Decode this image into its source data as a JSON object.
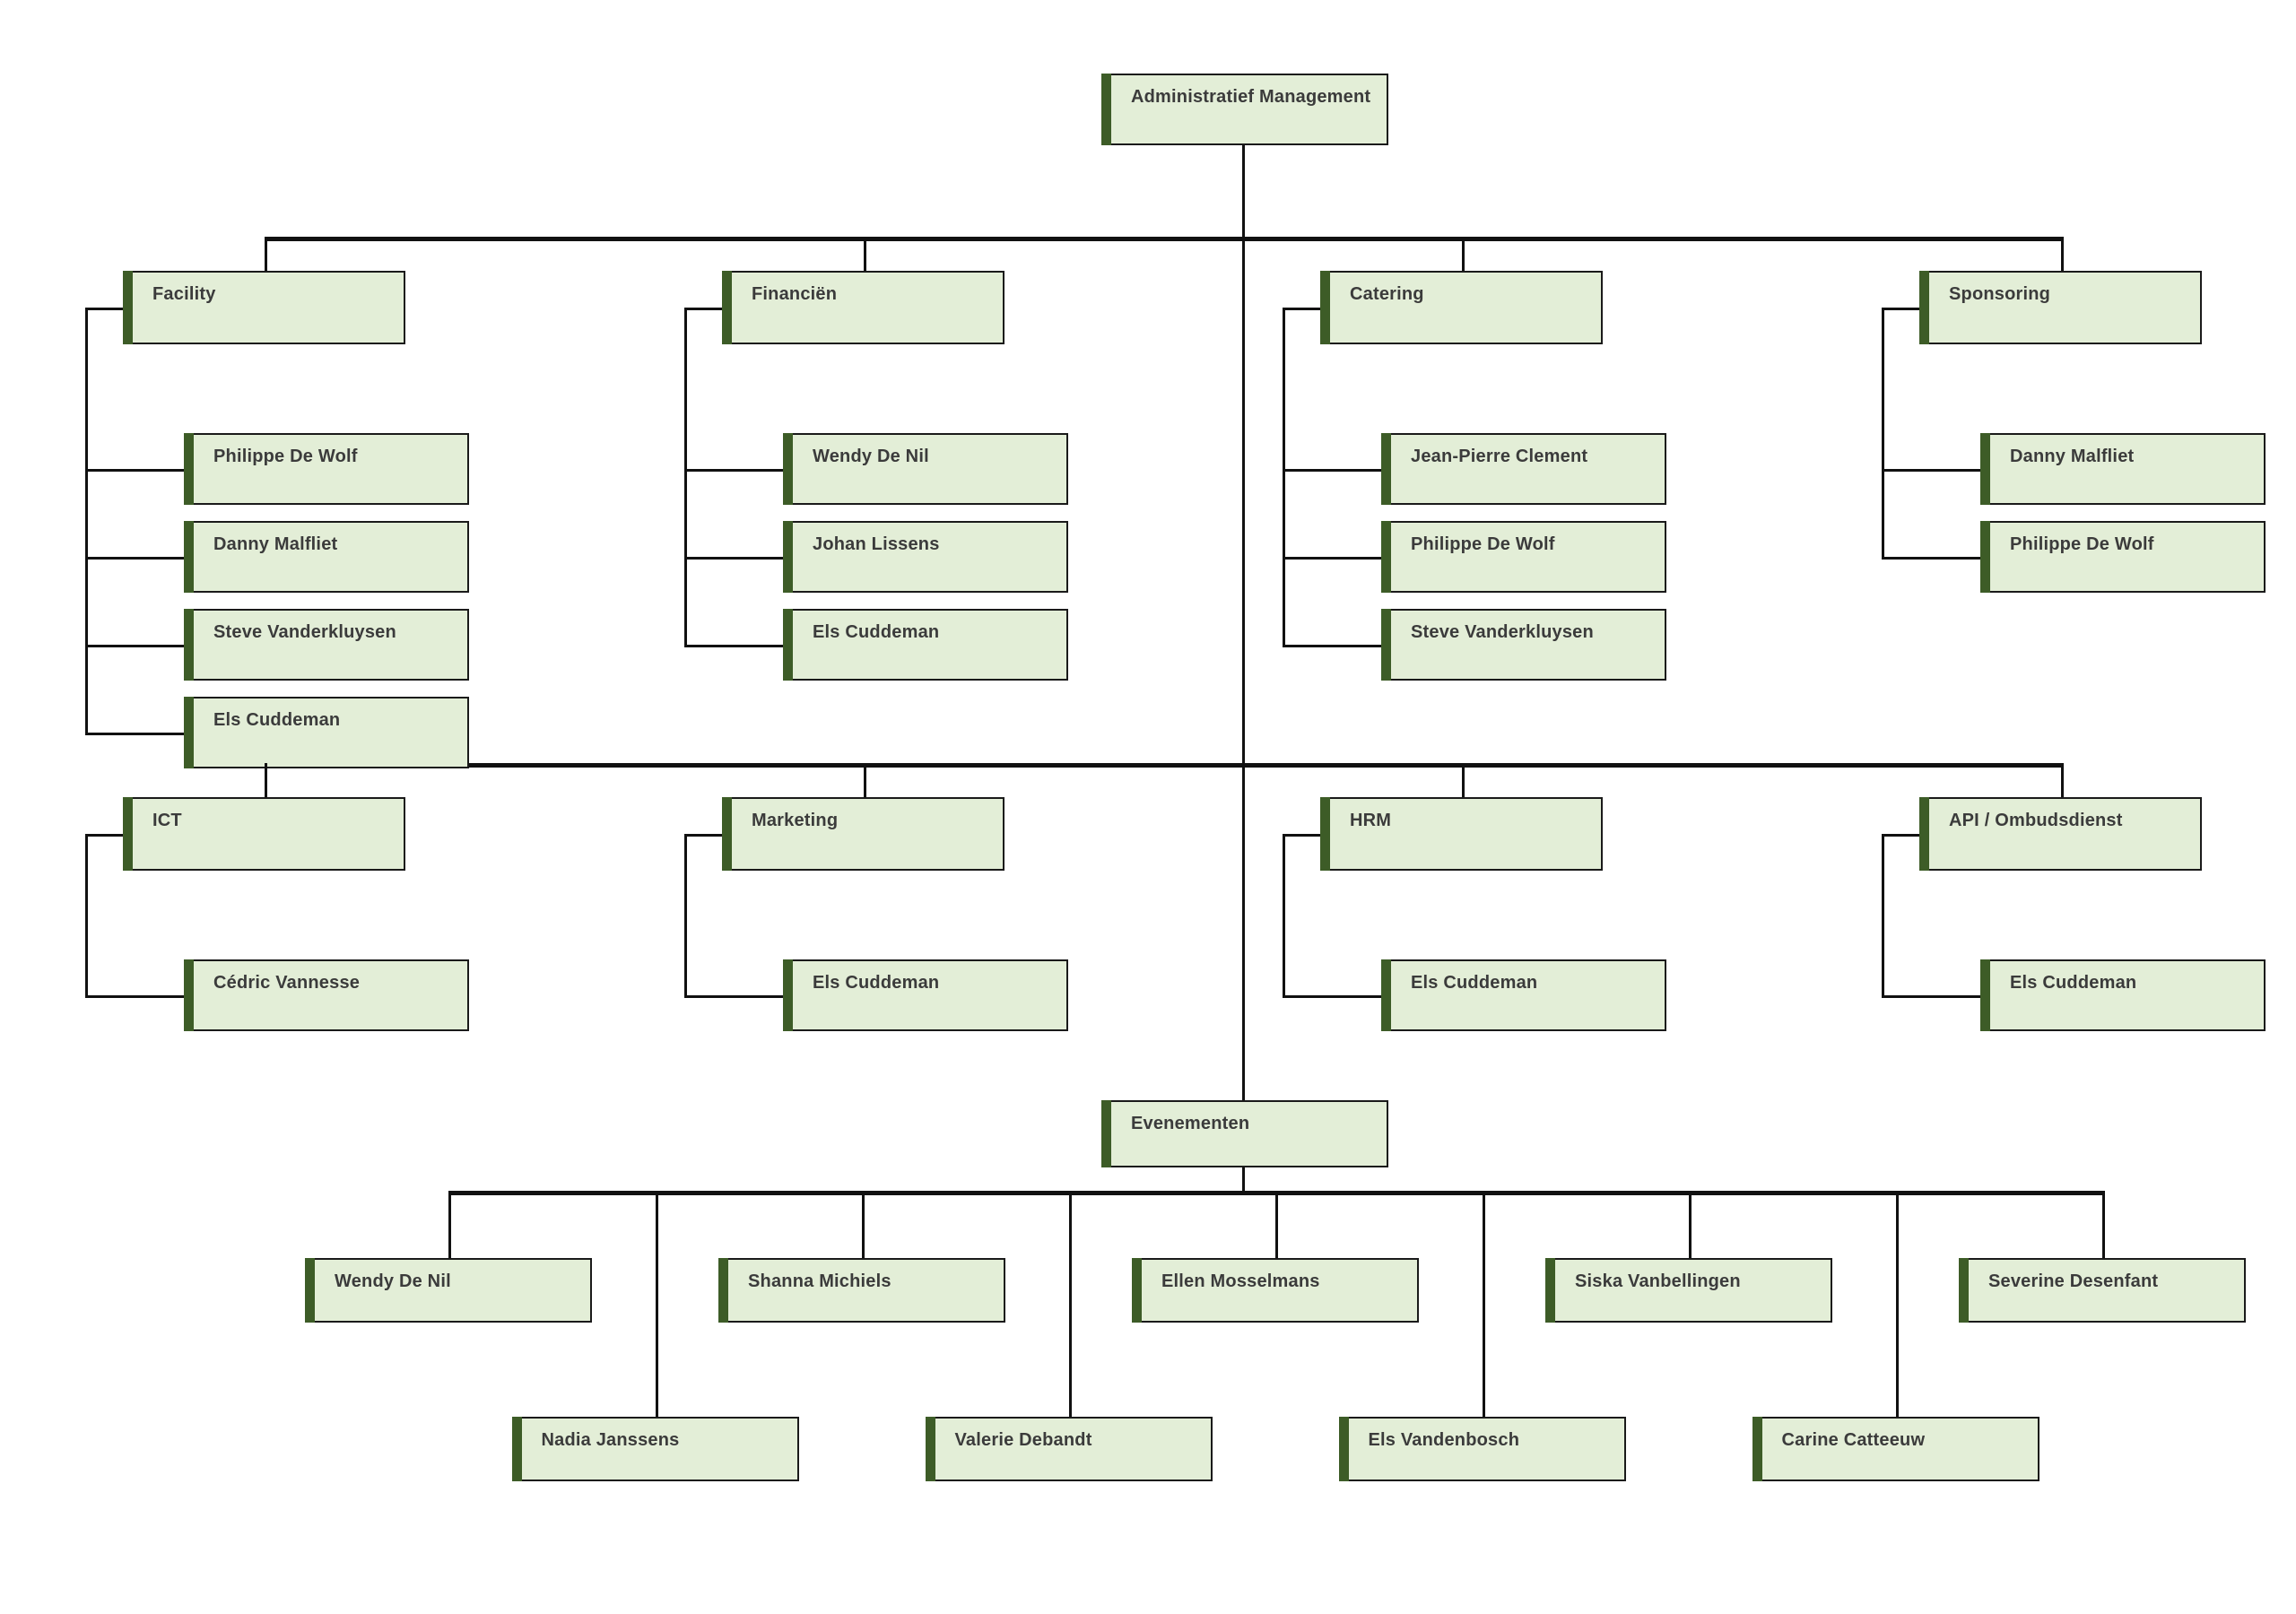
{
  "diagram": {
    "title": "Administratief Management organogram",
    "type": "org-chart",
    "colors": {
      "box_fill": "#e3eed7",
      "box_border": "#1a1a1a",
      "accent_bar": "#3d5c27",
      "connector": "#111111",
      "text": "#3b3b3b",
      "background": "#ffffff"
    }
  },
  "root": {
    "label": "Administratief Management"
  },
  "departments_row1": [
    {
      "label": "Facility",
      "children": [
        {
          "label": "Philippe De Wolf"
        },
        {
          "label": "Danny Malfliet"
        },
        {
          "label": "Steve Vanderkluysen"
        },
        {
          "label": "Els Cuddeman"
        }
      ]
    },
    {
      "label": "Financiën",
      "children": [
        {
          "label": "Wendy De Nil"
        },
        {
          "label": "Johan Lissens"
        },
        {
          "label": "Els Cuddeman"
        }
      ]
    },
    {
      "label": "Catering",
      "children": [
        {
          "label": "Jean-Pierre Clement"
        },
        {
          "label": "Philippe De Wolf"
        },
        {
          "label": "Steve Vanderkluysen"
        }
      ]
    },
    {
      "label": "Sponsoring",
      "children": [
        {
          "label": "Danny Malfliet"
        },
        {
          "label": "Philippe De Wolf"
        }
      ]
    }
  ],
  "departments_row2": [
    {
      "label": "ICT",
      "children": [
        {
          "label": "Cédric Vannesse"
        }
      ]
    },
    {
      "label": "Marketing",
      "children": [
        {
          "label": "Els Cuddeman"
        }
      ]
    },
    {
      "label": "HRM",
      "children": [
        {
          "label": "Els Cuddeman"
        }
      ]
    },
    {
      "label": "API / Ombudsdienst",
      "children": [
        {
          "label": "Els Cuddeman"
        }
      ]
    }
  ],
  "events": {
    "label": "Evenementen",
    "children": [
      {
        "label": "Wendy De Nil",
        "row": "upper"
      },
      {
        "label": "Nadia Janssens",
        "row": "lower"
      },
      {
        "label": "Shanna Michiels",
        "row": "upper"
      },
      {
        "label": "Valerie Debandt",
        "row": "lower"
      },
      {
        "label": "Ellen Mosselmans",
        "row": "upper"
      },
      {
        "label": "Els Vandenbosch",
        "row": "lower"
      },
      {
        "label": "Siska Vanbellingen",
        "row": "upper"
      },
      {
        "label": "Carine Catteeuw",
        "row": "lower"
      },
      {
        "label": "Severine Desenfant",
        "row": "upper"
      }
    ]
  }
}
